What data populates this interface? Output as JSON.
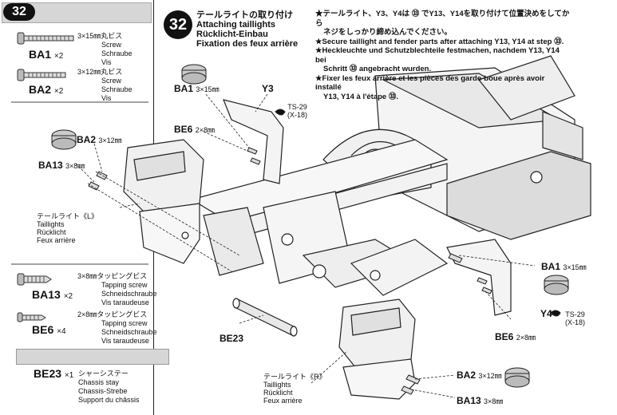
{
  "step": {
    "number": "32"
  },
  "parts": [
    {
      "code": "BA1",
      "qty": "×2",
      "size": "3×15㎜丸ビス",
      "en": "Screw",
      "de": "Schraube",
      "fr": "Vis"
    },
    {
      "code": "BA2",
      "qty": "×2",
      "size": "3×12㎜丸ビス",
      "en": "Screw",
      "de": "Schraube",
      "fr": "Vis"
    },
    {
      "code": "BA13",
      "qty": "×2",
      "size": "3×8㎜タッピングビス",
      "en": "Tapping screw",
      "de": "Schneidschraube",
      "fr": "Vis taraudeuse"
    },
    {
      "code": "BE6",
      "qty": "×4",
      "size": "2×8㎜タッピングビス",
      "en": "Tapping screw",
      "de": "Schneidschraube",
      "fr": "Vis taraudeuse"
    },
    {
      "code": "BE23",
      "qty": "×1",
      "size": "シャーシステー",
      "en": "Chassis stay",
      "de": "Chassis-Strebe",
      "fr": "Support du châssis"
    }
  ],
  "heading": {
    "jp": "テールライトの取り付け",
    "en": "Attaching taillights",
    "de": "Rücklicht-Einbau",
    "fr": "Fixation des feux arrière"
  },
  "notes": [
    "★テールライト、Y3、Y4は ㉝ でY13、Y14を取り付けて位置決めをしてから",
    "ネジをしっかり締め込んでください。",
    "★Secure taillight and fender parts after attaching Y13, Y14 at step ㉝.",
    "★Heckleuchte und Schutzblechteile festmachen, nachdem Y13, Y14 bei",
    "Schritt ㉝ angebracht wurden.",
    "★Fixer les feux arrière et les pièces des garde-boue après avoir installé",
    "Y13, Y14 à l'étape ㉝."
  ],
  "callouts": {
    "ba1_top": "BA1",
    "ba1_top_size": "3×15㎜",
    "y3": "Y3",
    "ts29_top": "TS-29",
    "ts29_top_sub": "(X-18)",
    "be6_top": "BE6",
    "be6_top_size": "2×8㎜",
    "ba2_left": "BA2",
    "ba2_left_size": "3×12㎜",
    "ba13_left": "BA13",
    "ba13_left_size": "3×8㎜",
    "taillight_l_jp": "テールライト《L》",
    "taillight_l_en": "Taillights",
    "taillight_l_de": "Rücklicht",
    "taillight_l_fr": "Feux arrière",
    "ba1_right": "BA1",
    "ba1_right_size": "3×15㎜",
    "y4": "Y4",
    "ts29_right": "TS-29",
    "ts29_right_sub": "(X-18)",
    "be6_right": "BE6",
    "be6_right_size": "2×8㎜",
    "be23": "BE23",
    "taillight_r_jp": "テールライト《R》",
    "taillight_r_en": "Taillights",
    "taillight_r_de": "Rücklicht",
    "taillight_r_fr": "Feux arrière",
    "ba2_bottom": "BA2",
    "ba2_bottom_size": "3×12㎜",
    "ba13_bottom": "BA13",
    "ba13_bottom_size": "3×8㎜"
  }
}
